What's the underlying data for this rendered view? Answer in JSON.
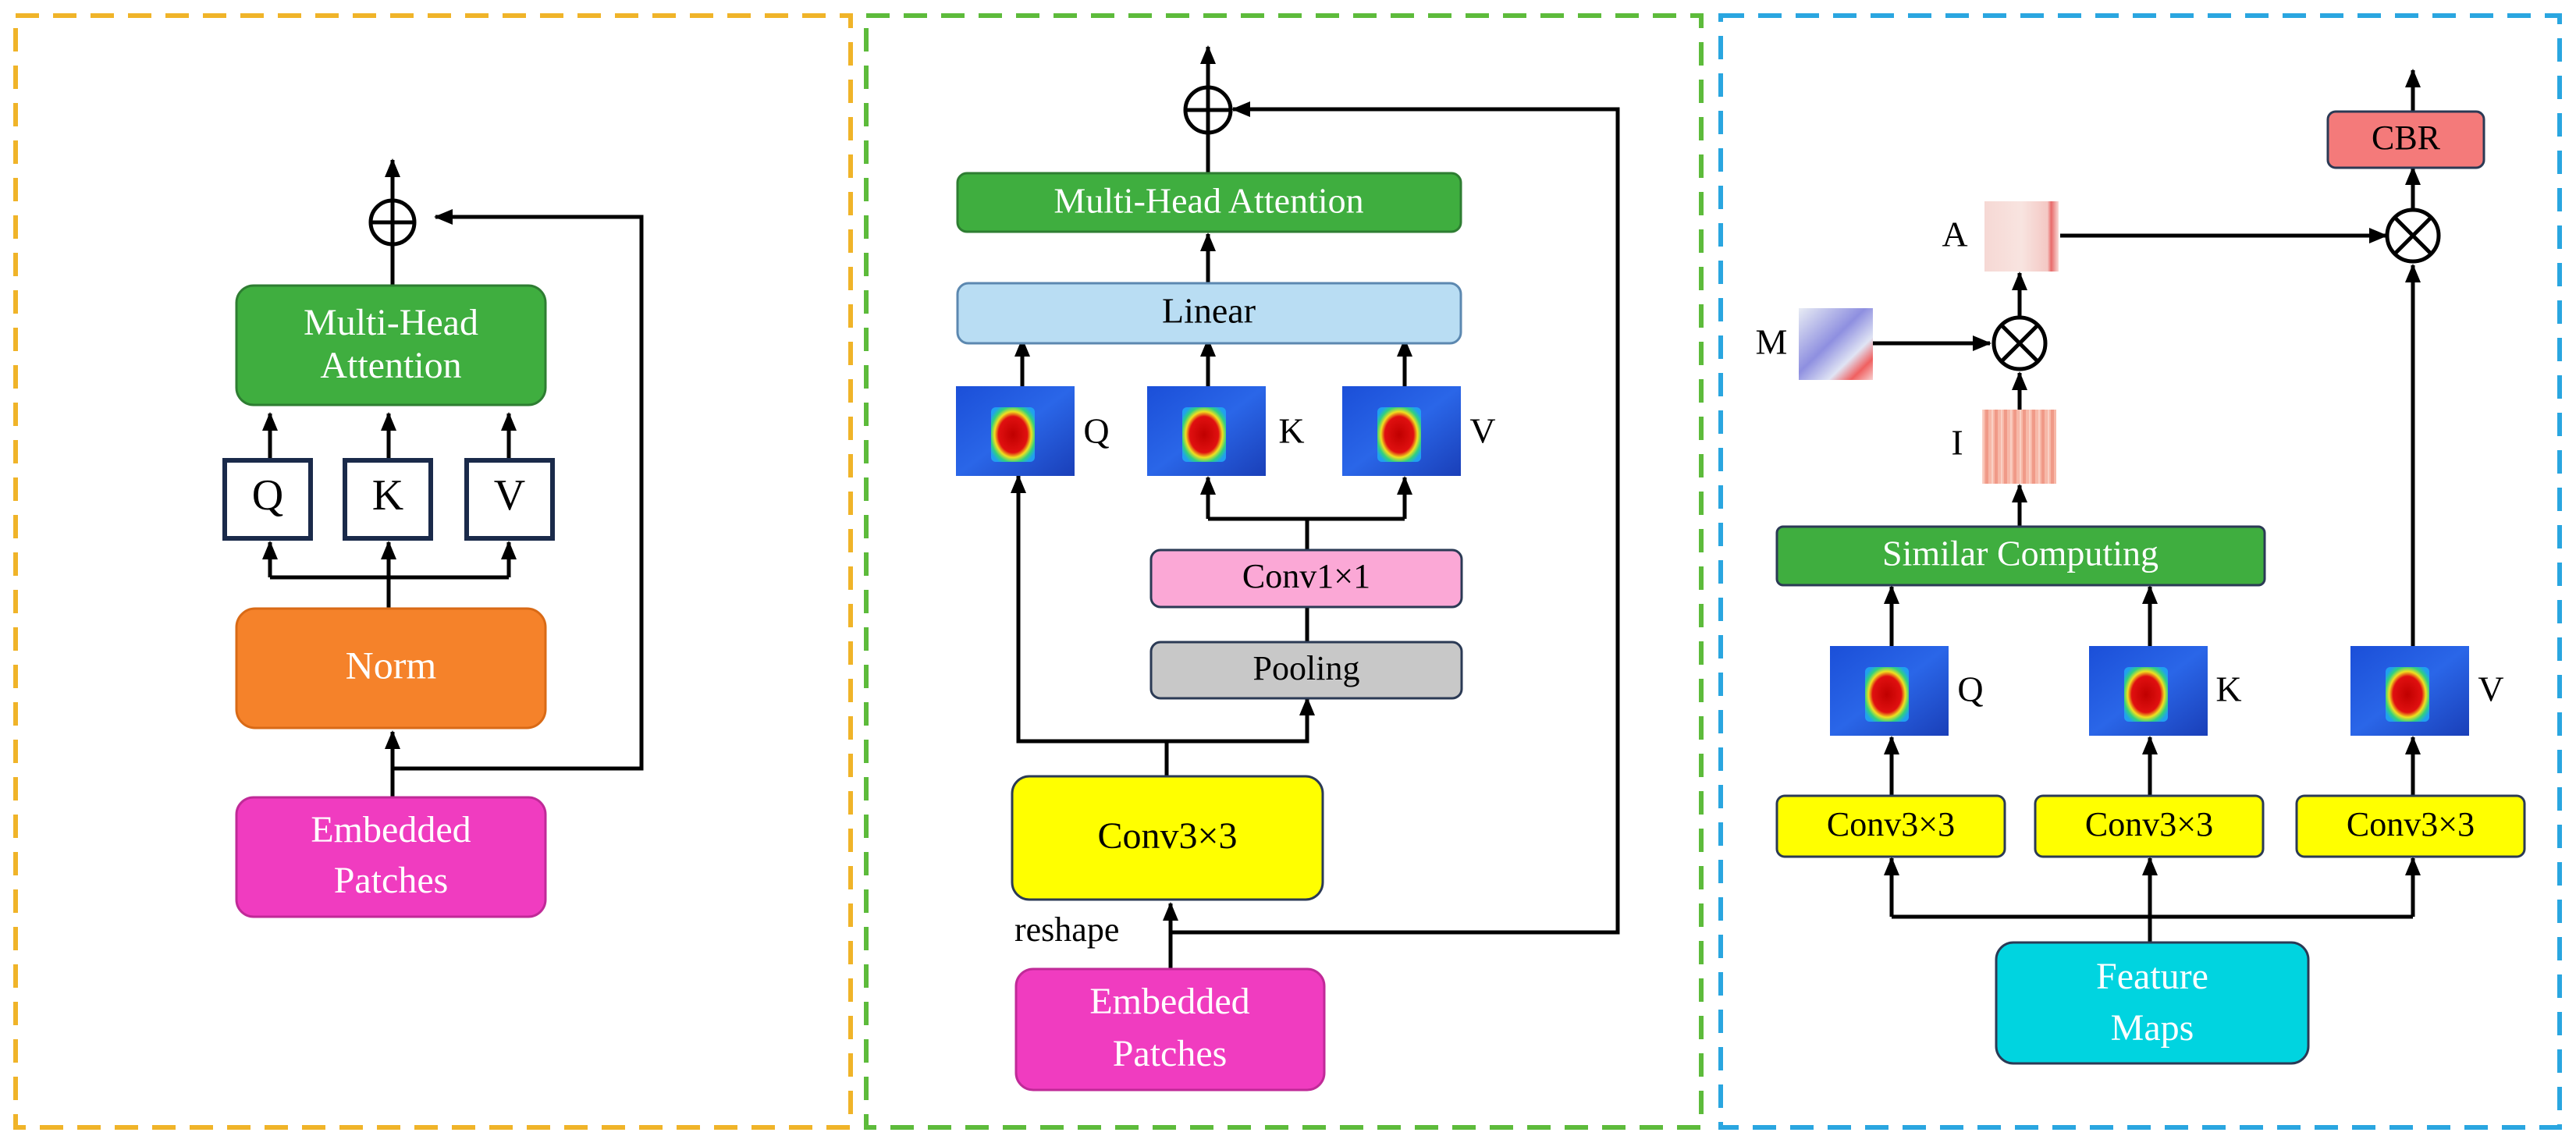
{
  "colors": {
    "panel1_border": "#F0B429",
    "panel2_border": "#5DBB3B",
    "panel3_border": "#2AA6E0",
    "green": "#3FAE3F",
    "orange": "#F5822A",
    "magenta": "#F03CC0",
    "light_blue": "#B9DDF3",
    "pink": "#FBA8D6",
    "gray": "#C8C8C8",
    "yellow": "#FFFF00",
    "cyan": "#00D4E0",
    "salmon": "#F47A7A",
    "qkv_border": "#1A2A4A",
    "line": "#000000"
  },
  "panel1": {
    "attention": [
      "Multi-Head",
      "Attention"
    ],
    "q": "Q",
    "k": "K",
    "v": "V",
    "norm": "Norm",
    "embedded": [
      "Embedded",
      "Patches"
    ]
  },
  "panel2": {
    "attention": "Multi-Head Attention",
    "linear": "Linear",
    "q": "Q",
    "k": "K",
    "v": "V",
    "conv1": "Conv1×1",
    "pooling": "Pooling",
    "conv3": "Conv3×3",
    "reshape": "reshape",
    "embedded": [
      "Embedded",
      "Patches"
    ]
  },
  "panel3": {
    "cbr": "CBR",
    "a": "A",
    "m": "M",
    "i": "I",
    "similar": "Similar Computing",
    "q": "Q",
    "k": "K",
    "v": "V",
    "conv_q": "Conv3×3",
    "conv_k": "Conv3×3",
    "conv_v": "Conv3×3",
    "feature": [
      "Feature",
      "Maps"
    ]
  }
}
